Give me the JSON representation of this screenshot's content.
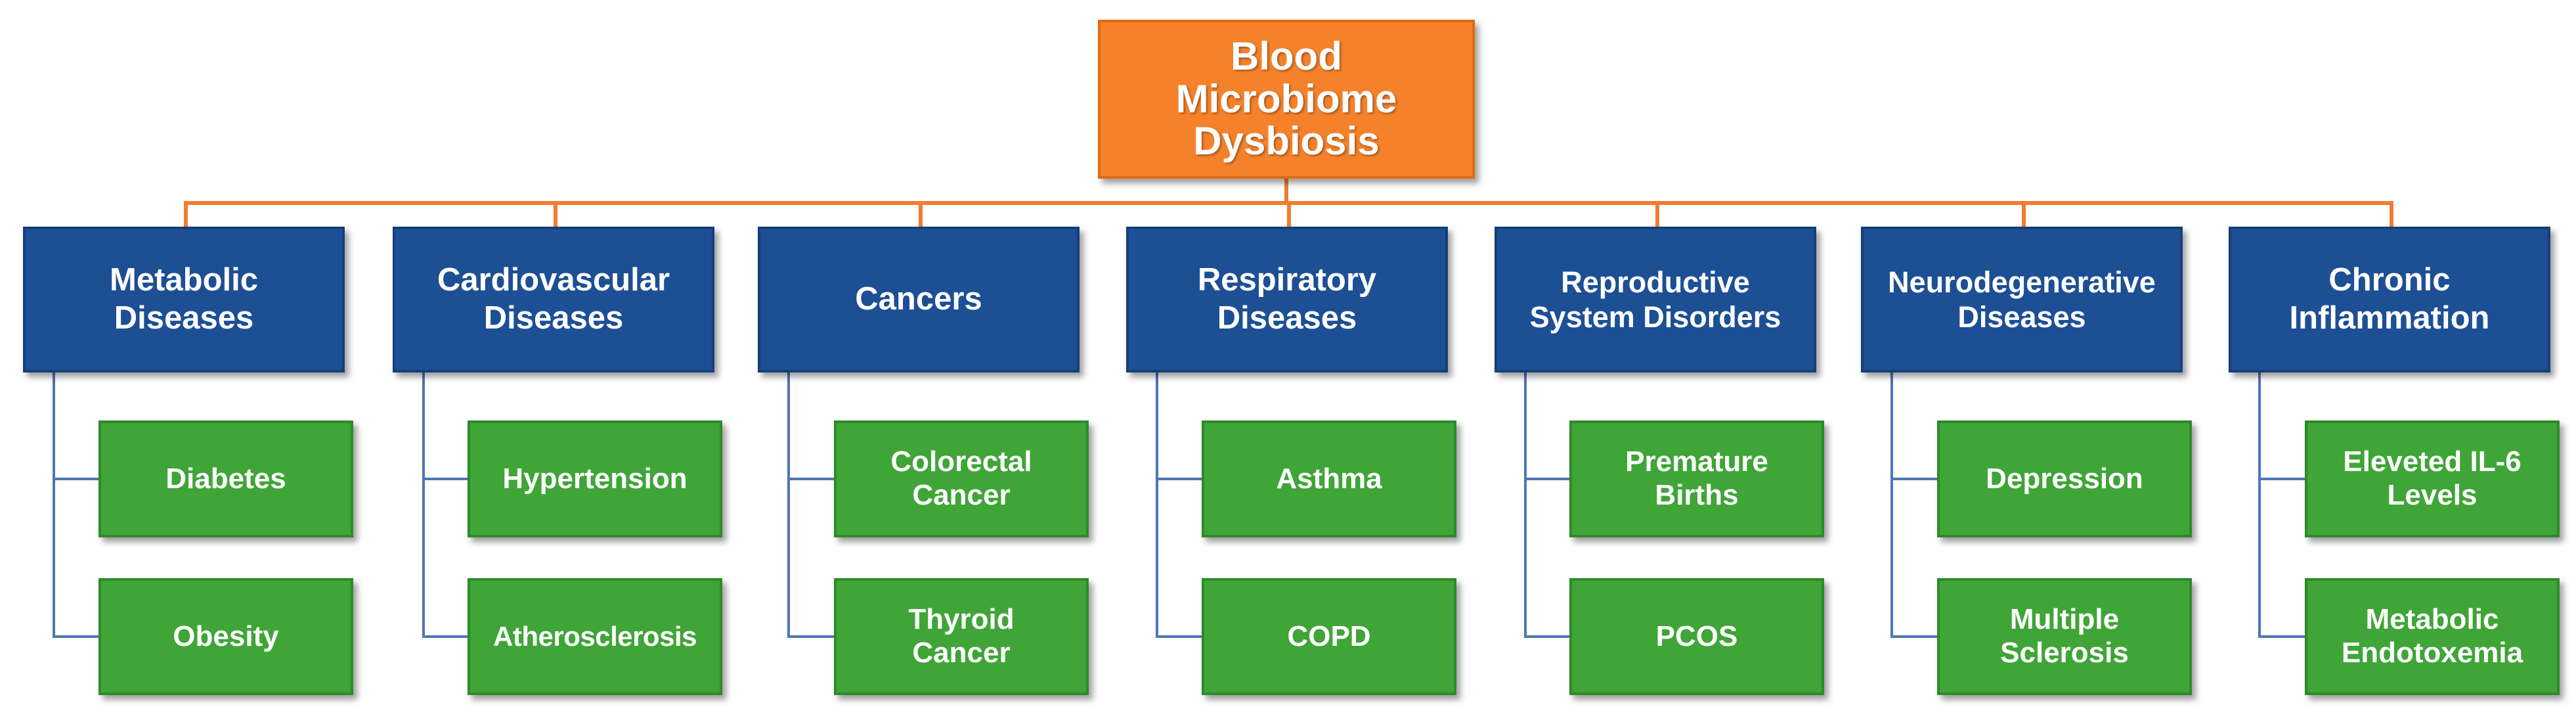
{
  "root": {
    "label": "Blood\nMicrobiome\nDysbiosis",
    "color": "#f5822a"
  },
  "category_color": "#1d4f95",
  "leaf_color": "#3fa537",
  "connector_color_top": "#f07d32",
  "connector_color_children": "#4f76b5",
  "categories": [
    {
      "label": "Metabolic\nDiseases",
      "children": [
        "Diabetes",
        "Obesity"
      ]
    },
    {
      "label": "Cardiovascular\nDiseases",
      "children": [
        "Hypertension",
        "Atherosclerosis"
      ]
    },
    {
      "label": "Cancers",
      "children": [
        "Colorectal\nCancer",
        "Thyroid\nCancer"
      ]
    },
    {
      "label": "Respiratory\nDiseases",
      "children": [
        "Asthma",
        "COPD"
      ]
    },
    {
      "label": "Reproductive\nSystem Disorders",
      "children": [
        "Premature\nBirths",
        "PCOS"
      ]
    },
    {
      "label": "Neurodegenerative\nDiseases",
      "children": [
        "Depression",
        "Multiple\nSclerosis"
      ]
    },
    {
      "label": "Chronic\nInflammation",
      "children": [
        "Eleveted IL-6\nLevels",
        "Metabolic\nEndotoxemia"
      ]
    }
  ]
}
